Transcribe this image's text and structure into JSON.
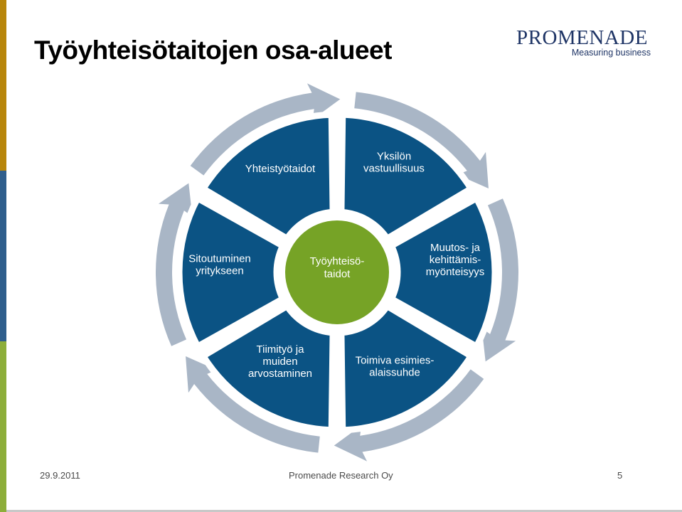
{
  "title": "Työyhteisötaitojen osa-alueet",
  "logo": {
    "name": "PROMENADE",
    "tagline": "Measuring business"
  },
  "center_label": [
    "Työyhteisö-",
    "taidot"
  ],
  "segments": [
    {
      "id": "yksilon",
      "lines": [
        "Yksilön",
        "vastuullisuus"
      ]
    },
    {
      "id": "muutos",
      "lines": [
        "Muutos- ja",
        "kehittämis-",
        "myönteisyys"
      ]
    },
    {
      "id": "toimiva",
      "lines": [
        "Toimiva esimies-",
        "alaissuhde"
      ]
    },
    {
      "id": "tiimityo",
      "lines": [
        "Tiimityö ja",
        "muiden",
        "arvostaminen"
      ]
    },
    {
      "id": "sitoutuminen",
      "lines": [
        "Sitoutuminen",
        "yritykseen"
      ]
    },
    {
      "id": "yhteistyo",
      "lines": [
        "Yhteistyötaidot"
      ]
    }
  ],
  "footer": {
    "date": "29.9.2011",
    "company": "Promenade Research Oy",
    "page": "5"
  },
  "colors": {
    "segment": "#0b5384",
    "center": "#76a326",
    "arrow": "#a9b6c6",
    "sidebar_top": "#b8860b",
    "sidebar_mid": "#2f5e8c",
    "sidebar_bottom": "#8dae3a"
  }
}
